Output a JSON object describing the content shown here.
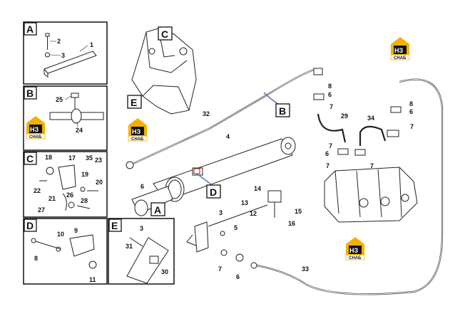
{
  "panels": [
    {
      "letter": "A",
      "labels": [
        "1",
        "2",
        "3"
      ]
    },
    {
      "letter": "B",
      "labels": [
        "25",
        "24"
      ]
    },
    {
      "letter": "C",
      "labels": [
        "18",
        "17",
        "35",
        "23",
        "19",
        "20",
        "22",
        "21",
        "26",
        "27",
        "28"
      ]
    },
    {
      "letter": "D",
      "labels": [
        "9",
        "10",
        "8",
        "11"
      ]
    },
    {
      "letter": "E",
      "labels": [
        "3",
        "31",
        "30"
      ]
    }
  ],
  "main_tags": [
    "A",
    "B",
    "C",
    "D",
    "E"
  ],
  "part_labels": [
    "32",
    "4",
    "6",
    "14",
    "13",
    "12",
    "3",
    "5",
    "15",
    "16",
    "7",
    "6",
    "33",
    "8",
    "6",
    "7",
    "29",
    "7",
    "6",
    "7",
    "34",
    "8",
    "6",
    "7",
    "7"
  ],
  "watermark": {
    "logo": "НЗ",
    "sub": "СНАБ"
  }
}
